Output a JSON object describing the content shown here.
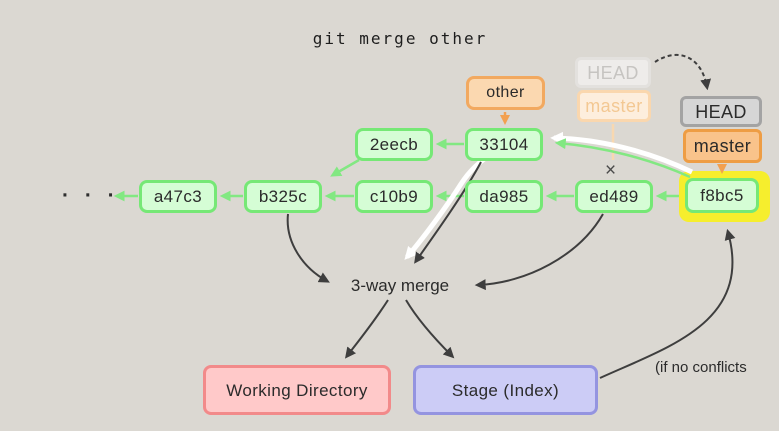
{
  "title": "git merge other",
  "graph": {
    "ellipsis": "· · ·",
    "commits": {
      "a47c3": "a47c3",
      "b325c": "b325c",
      "c10b9": "c10b9",
      "da985": "da985",
      "ed489": "ed489",
      "f8bc5": "f8bc5",
      "2eecb": "2eecb",
      "33104": "33104"
    },
    "deleted_ref_marker": "×"
  },
  "refs": {
    "other": "other",
    "head_old": "HEAD",
    "master_old": "master",
    "head_new": "HEAD",
    "master_new": "master"
  },
  "merge_flow": {
    "three_way_merge": "3-way merge",
    "working_directory": "Working Directory",
    "stage_index": "Stage (Index)",
    "if_no_conflicts": "(if no conflicts"
  },
  "colors": {
    "background": "#dbd8d2",
    "commit_fill": "#d5fdd5",
    "commit_border": "#76e876",
    "arrow_green": "#82e882",
    "orange_fill": "#fbd8b0",
    "orange_border": "#f2a960",
    "master_fill": "#f9c38b",
    "master_border": "#ee9d44",
    "head_fill": "#d6d6d6",
    "head_border": "#a3a3a3",
    "highlight_yellow": "#f6ee2d",
    "working_dir_fill": "#ffc9c9",
    "working_dir_border": "#f28a8a",
    "stage_fill": "#ccccf6",
    "stage_border": "#9494e0",
    "arrow_dark": "#3e3e3e",
    "arrow_white": "#ffffff"
  }
}
